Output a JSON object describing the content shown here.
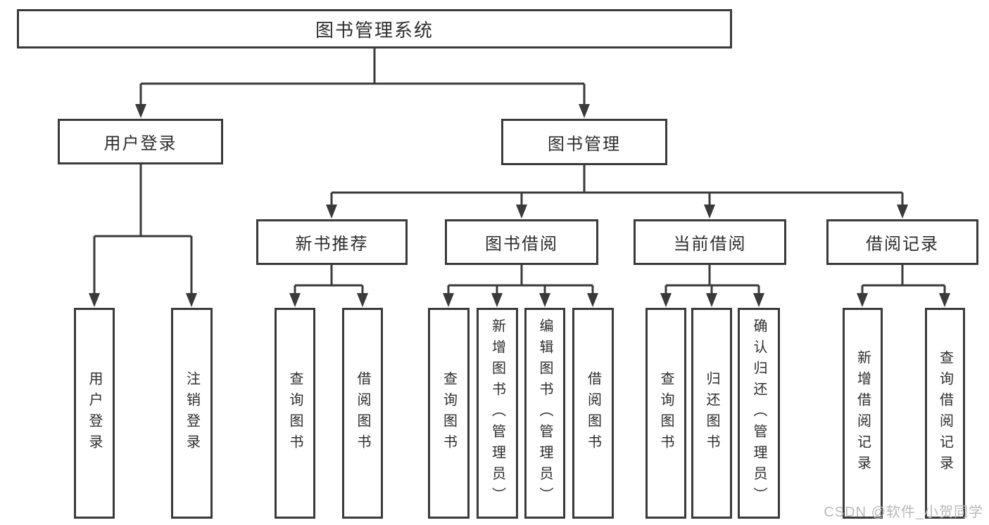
{
  "watermark": {
    "text": "CSDN @软件_小贺同学"
  },
  "tree": {
    "label": "图书管理系统",
    "children": [
      {
        "label": "用户登录",
        "children": [
          {
            "label": "用户登录"
          },
          {
            "label": "注销登录"
          }
        ]
      },
      {
        "label": "图书管理",
        "children": [
          {
            "label": "新书推荐",
            "children": [
              {
                "label": "查询图书"
              },
              {
                "label": "借阅图书"
              }
            ]
          },
          {
            "label": "图书借阅",
            "children": [
              {
                "label": "查询图书"
              },
              {
                "label": "新增图书（管理员）"
              },
              {
                "label": "编辑图书（管理员）"
              },
              {
                "label": "借阅图书"
              }
            ]
          },
          {
            "label": "当前借阅",
            "children": [
              {
                "label": "查询图书"
              },
              {
                "label": "归还图书"
              },
              {
                "label": "确认归还（管理员）"
              }
            ]
          },
          {
            "label": "借阅记录",
            "children": [
              {
                "label": "新增借阅记录"
              },
              {
                "label": "查询借阅记录"
              }
            ]
          }
        ]
      }
    ]
  }
}
